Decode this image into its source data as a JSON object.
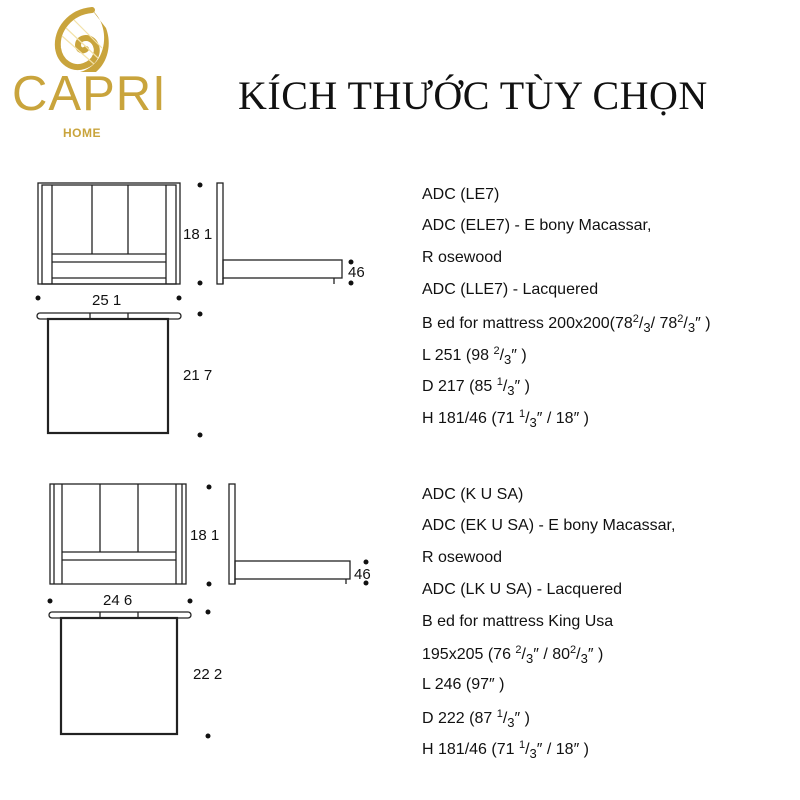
{
  "brand": {
    "name": "CAPRI",
    "sub": "HOME",
    "gold": "#c9a43c"
  },
  "title": "KÍCH THƯỚC TÙY CHỌN",
  "model1": {
    "dims": {
      "height": "18 1",
      "width": "25 1",
      "depth": "21 7",
      "low": "46"
    },
    "lines": {
      "l1": "ADC (LE7)",
      "l2": "ADC (ELE7)        - E bony Macassar,",
      "l3": "R osewood",
      "l4": "ADC (LLE7)        - Lacquered",
      "l5a": "B ed for mattress 200x200(78",
      "l5b": "2",
      "l5c": "/",
      "l5d": "3",
      "l5e": "/ 78",
      "l5f": "2",
      "l5g": "/",
      "l5h": "3",
      "l5i": "″  )",
      "l6a": "L  251     (98 ",
      "l6b": "2",
      "l6c": "/",
      "l6d": "3",
      "l6e": "″  )",
      "l7a": "D 217     (85 ",
      "l7b": "1",
      "l7c": "/",
      "l7d": "3",
      "l7e": "″  )",
      "l8a": "H 181/46      (71 ",
      "l8b": "1",
      "l8c": "/",
      "l8d": "3",
      "l8e": "″  / 18″  )"
    }
  },
  "model2": {
    "dims": {
      "height": "18 1",
      "width": "24 6",
      "depth": "22 2",
      "low": "46"
    },
    "lines": {
      "l1": "ADC (K     U SA)",
      "l2": "ADC (EK     U SA)   -  E bony Macassar,",
      "l3": "R osewood",
      "l4": "ADC (LK     U SA)   -  Lacquered",
      "l5": "B ed for mattress King Usa",
      "l6a": "195x205       (76 ",
      "l6b": "2",
      "l6c": "/",
      "l6d": "3",
      "l6e": "″   / 80",
      "l6f": "2",
      "l6g": "/",
      "l6h": "3",
      "l6i": "″  )",
      "l7": "L  246     (97″  )",
      "l8a": "D 222     (87 ",
      "l8b": "1",
      "l8c": "/",
      "l8d": "3",
      "l8e": "″  )",
      "l9a": "H 181/46      (71 ",
      "l9b": "1",
      "l9c": "/",
      "l9d": "3",
      "l9e": "″  / 18″  )"
    }
  }
}
